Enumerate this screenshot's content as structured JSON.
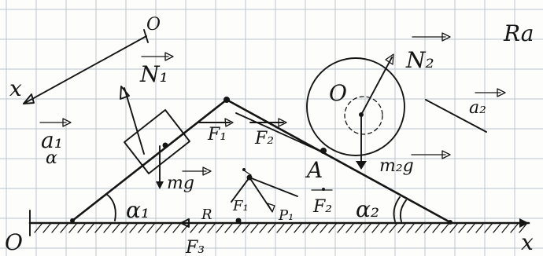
{
  "labels": {
    "point_o_top": "O",
    "x_axis_left": "x",
    "n1": "N₁",
    "a1": "a₁",
    "alpha_mark": "α",
    "f1": "F₁",
    "f2": "F₂",
    "mg1": "mg",
    "point_a": "A",
    "point_o_circle": "O",
    "n2": "N₂",
    "a2": "a₂",
    "m2g": "m₂g",
    "alpha1": "α₁",
    "alpha2": "α₂",
    "r1": "R",
    "f1_inner": "F₁",
    "p1": "P₁",
    "f2_inner": "F₂",
    "f3": "F₃",
    "origin": "O",
    "x_axis_right": "x",
    "corner_glyph": "Ra"
  }
}
